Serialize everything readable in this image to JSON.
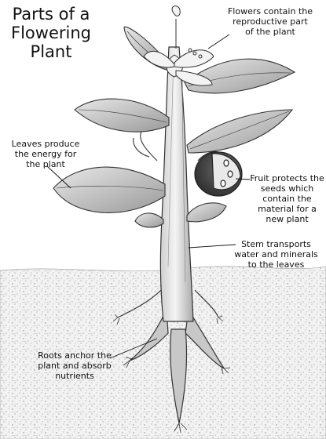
{
  "title": {
    "lines": [
      "Parts of a",
      "Flowering",
      "Plant"
    ]
  },
  "labels": {
    "flowers": [
      "Flowers contain the",
      "reproductive part",
      "of the plant"
    ],
    "leaves": [
      "Leaves produce",
      "the energy for",
      "the plant"
    ],
    "fruit": [
      "Fruit protects the",
      "seeds which",
      "contain the",
      "material for a",
      "new plant"
    ],
    "stem": [
      "Stem transports",
      "water and minerals",
      "to the leaves"
    ],
    "roots": [
      "Roots anchor the",
      "plant and absorb",
      "nutrients"
    ]
  }
}
